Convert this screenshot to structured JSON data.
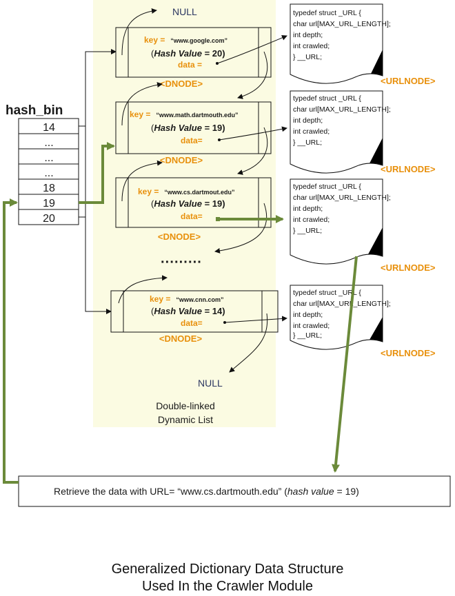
{
  "hash_bin": {
    "title": "hash_bin",
    "cells": [
      "14",
      "...",
      "...",
      "...",
      "18",
      "19",
      "20"
    ]
  },
  "list_label": [
    "Double-linked",
    "Dynamic List"
  ],
  "null_top": "NULL",
  "null_bottom": "NULL",
  "ellipsis": "·········",
  "dnodes": [
    {
      "key_label": "key =",
      "key_value": "“www.google.com”",
      "hash_open": "(",
      "hash_label": "Hash Value",
      "hash_value": " = 20)",
      "data_label": "data =",
      "tag": "<DNODE>"
    },
    {
      "key_label": "key =",
      "key_value": "“www.math.dartmouth.edu”",
      "hash_open": "(",
      "hash_label": "Hash Value",
      "hash_value": " = 19)",
      "data_label": "data=",
      "tag": "<DNODE>"
    },
    {
      "key_label": "key =",
      "key_value": "“www.cs.dartmout.edu”",
      "hash_open": "(",
      "hash_label": "Hash Value",
      "hash_value": " = 19)",
      "data_label": "data=",
      "tag": "<DNODE>"
    },
    {
      "key_label": "key =",
      "key_value": "“www.cnn.com”",
      "hash_open": "(",
      "hash_label": "Hash Value",
      "hash_value": " = 14)",
      "data_label": "data=",
      "tag": "<DNODE>"
    }
  ],
  "urlnodes": [
    {
      "lines": [
        "typedef struct _URL {",
        "  char url[MAX_URL_LENGTH];",
        "  int depth;",
        "  int crawled;",
        "} __URL;"
      ],
      "tag": "<URLNODE>"
    },
    {
      "lines": [
        "typedef struct _URL {",
        "  char url[MAX_URL_LENGTH];",
        "  int depth;",
        "  int crawled;",
        "} __URL;"
      ],
      "tag": "<URLNODE>"
    },
    {
      "lines": [
        "typedef struct _URL {",
        "  char url[MAX_URL_LENGTH];",
        "  int depth;",
        "  int crawled;",
        "} __URL;"
      ],
      "tag": "<URLNODE>"
    },
    {
      "lines": [
        "typedef struct _URL {",
        "  char url[MAX_URL_LENGTH];",
        "  int depth;",
        "  int crawled;",
        "} __URL;"
      ],
      "tag": "<URLNODE>"
    }
  ],
  "retrieve": {
    "prefix": "Retrieve the data with URL= ",
    "url": "“www.cs.dartmouth.edu”",
    "hash_open": " (",
    "hash_label": "hash value",
    "hash_close": " = 19)"
  },
  "caption": [
    "Generalized Dictionary Data Structure",
    "Used In the Crawler Module"
  ],
  "colors": {
    "accent": "#e8900c",
    "highlight": "#6b8a3a",
    "panel": "#fbfbe2"
  }
}
